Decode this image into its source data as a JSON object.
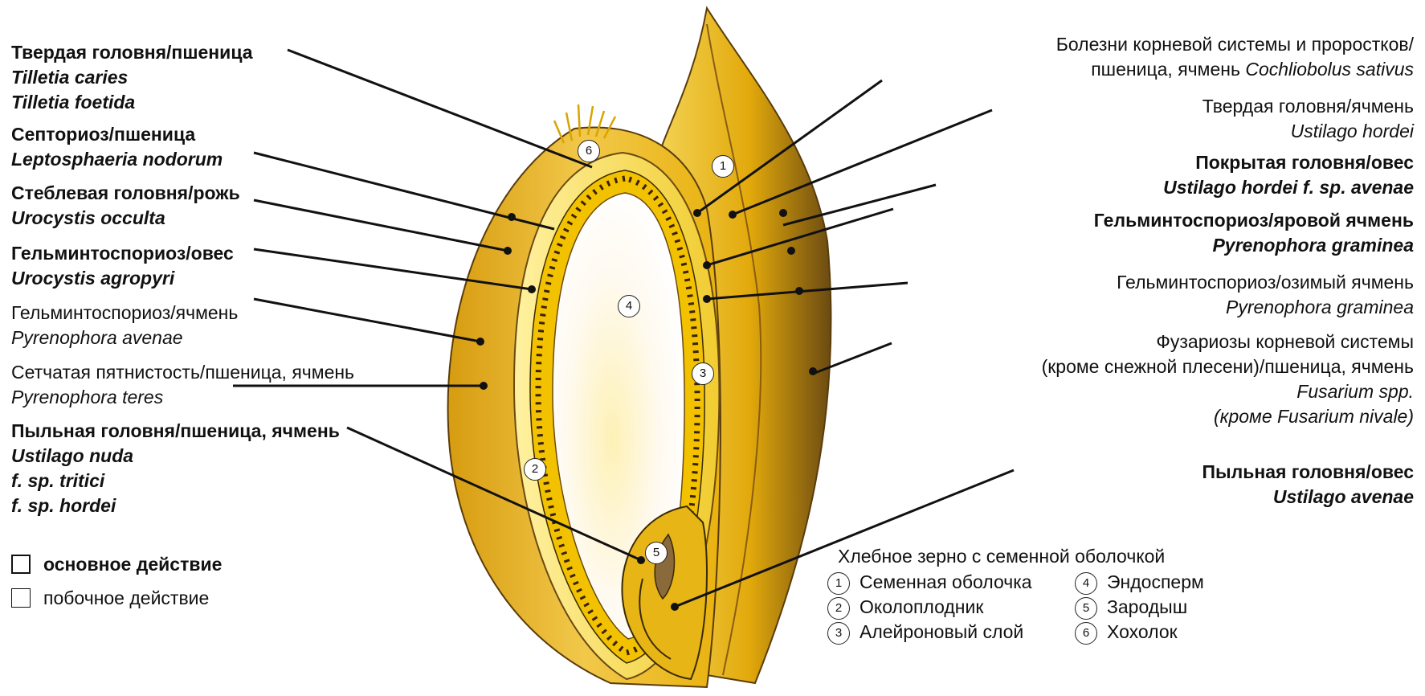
{
  "colors": {
    "husk_light": "#f7e07a",
    "husk_mid": "#e9b80f",
    "husk_dark": "#6b4a12",
    "aleurone": "#f2c200",
    "endosperm": "#fffbe8",
    "line": "#111111"
  },
  "header_fragment": "",
  "left_labels": [
    {
      "lines": [
        {
          "text": "Твердая головня/пшеница",
          "style": "b"
        },
        {
          "text": "Tilletia caries",
          "style": "bi"
        },
        {
          "text": "Tilletia foetida",
          "style": "bi"
        }
      ]
    },
    {
      "lines": [
        {
          "text": "Септориоз/пшеница",
          "style": "b"
        },
        {
          "text": "Leptosphaeria nodorum",
          "style": "bi"
        }
      ]
    },
    {
      "lines": [
        {
          "text": "Стеблевая головня/рожь",
          "style": "b"
        },
        {
          "text": "Urocystis occulta",
          "style": "bi"
        }
      ]
    },
    {
      "lines": [
        {
          "text": "Гельминтоспориоз/овес",
          "style": "b"
        },
        {
          "text": "Urocystis agropyri",
          "style": "bi"
        }
      ]
    },
    {
      "lines": [
        {
          "text": "Гельминтоспориоз/ячмень",
          "style": "n"
        },
        {
          "text": "Pyrenophora avenae",
          "style": "i"
        }
      ]
    },
    {
      "lines": [
        {
          "text": "Сетчатая пятнистость/пшеница, ячмень",
          "style": "n"
        },
        {
          "text": "Pyrenophora teres",
          "style": "i"
        }
      ]
    },
    {
      "lines": [
        {
          "text": "Пыльная головня/пшеница, ячмень",
          "style": "b"
        },
        {
          "text": "Ustilago nuda",
          "style": "bi"
        },
        {
          "text": "f. sp. tritici",
          "style": "bi"
        },
        {
          "text": "f. sp. hordei",
          "style": "bi"
        }
      ]
    }
  ],
  "right_labels": [
    {
      "lines": [
        {
          "text": "Болезни корневой системы и проростков/",
          "style": "n"
        },
        {
          "text": "пшеница, ячмень",
          "style": "n",
          "suffix": " Cochliobolus sativus"
        }
      ]
    },
    {
      "lines": [
        {
          "text": "Твердая головня/ячмень",
          "style": "n"
        },
        {
          "text": "Ustilago hordei",
          "style": "i"
        }
      ]
    },
    {
      "lines": [
        {
          "text": "Покрытая головня/овес",
          "style": "b"
        },
        {
          "text": "Ustilago hordei f. sp. avenae",
          "style": "bi"
        }
      ]
    },
    {
      "lines": [
        {
          "text": "Гельминтоспориоз/яровой ячмень",
          "style": "b"
        },
        {
          "text": "Pyrenophora graminea",
          "style": "bi"
        }
      ]
    },
    {
      "lines": [
        {
          "text": "Гельминтоспориоз/озимый ячмень",
          "style": "n"
        },
        {
          "text": "Pyrenophora graminea",
          "style": "i"
        }
      ]
    },
    {
      "lines": [
        {
          "text": "Фузариозы корневой системы",
          "style": "n"
        },
        {
          "text": "(кроме снежной плесени)/пшеница, ячмень",
          "style": "n"
        },
        {
          "text": "Fusarium spp.",
          "style": "i"
        },
        {
          "text": "(кроме Fusarium nivale)",
          "style": "i"
        }
      ]
    },
    {
      "lines": [
        {
          "text": "Пыльная головня/овес",
          "style": "b"
        },
        {
          "text": "Ustilago avenae",
          "style": "bi"
        }
      ]
    }
  ],
  "legend": {
    "primary": "основное действие",
    "secondary": "побочное действие"
  },
  "parts_legend": {
    "title": "Хлебное зерно с семенной оболочкой",
    "items": [
      {
        "num": "1",
        "label": "Семенная оболочка"
      },
      {
        "num": "2",
        "label": "Околоплодник"
      },
      {
        "num": "3",
        "label": "Алейроновый слой"
      },
      {
        "num": "4",
        "label": "Эндосперм"
      },
      {
        "num": "5",
        "label": "Зародыш"
      },
      {
        "num": "6",
        "label": "Хохолок"
      }
    ]
  },
  "diagram_numbers": [
    "1",
    "2",
    "3",
    "4",
    "5",
    "6"
  ]
}
